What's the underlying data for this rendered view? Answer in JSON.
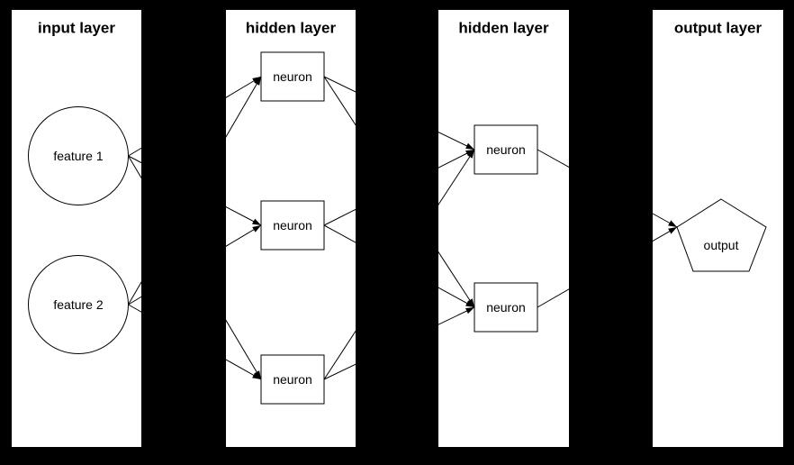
{
  "colors": {
    "background": "#000000",
    "panel_fill": "#ffffff",
    "stroke": "#000000",
    "text": "#000000"
  },
  "diagram": {
    "type": "neural-network-architecture",
    "layers": [
      {
        "title": "input layer",
        "nodes": [
          {
            "id": "feature1",
            "label": "feature 1",
            "shape": "ellipse"
          },
          {
            "id": "feature2",
            "label": "feature 2",
            "shape": "ellipse"
          }
        ]
      },
      {
        "title": "hidden layer",
        "nodes": [
          {
            "id": "h1n1",
            "label": "neuron",
            "shape": "box"
          },
          {
            "id": "h1n2",
            "label": "neuron",
            "shape": "box"
          },
          {
            "id": "h1n3",
            "label": "neuron",
            "shape": "box"
          }
        ]
      },
      {
        "title": "hidden layer",
        "nodes": [
          {
            "id": "h2n1",
            "label": "neuron",
            "shape": "box"
          },
          {
            "id": "h2n2",
            "label": "neuron",
            "shape": "box"
          }
        ]
      },
      {
        "title": "output layer",
        "nodes": [
          {
            "id": "out",
            "label": "output",
            "shape": "pentagon"
          }
        ]
      }
    ],
    "edges": [
      [
        "feature1",
        "h1n1"
      ],
      [
        "feature1",
        "h1n2"
      ],
      [
        "feature1",
        "h1n3"
      ],
      [
        "feature2",
        "h1n1"
      ],
      [
        "feature2",
        "h1n2"
      ],
      [
        "feature2",
        "h1n3"
      ],
      [
        "h1n1",
        "h2n1"
      ],
      [
        "h1n1",
        "h2n2"
      ],
      [
        "h1n2",
        "h2n1"
      ],
      [
        "h1n2",
        "h2n2"
      ],
      [
        "h1n3",
        "h2n1"
      ],
      [
        "h1n3",
        "h2n2"
      ],
      [
        "h2n1",
        "out"
      ],
      [
        "h2n2",
        "out"
      ]
    ]
  }
}
